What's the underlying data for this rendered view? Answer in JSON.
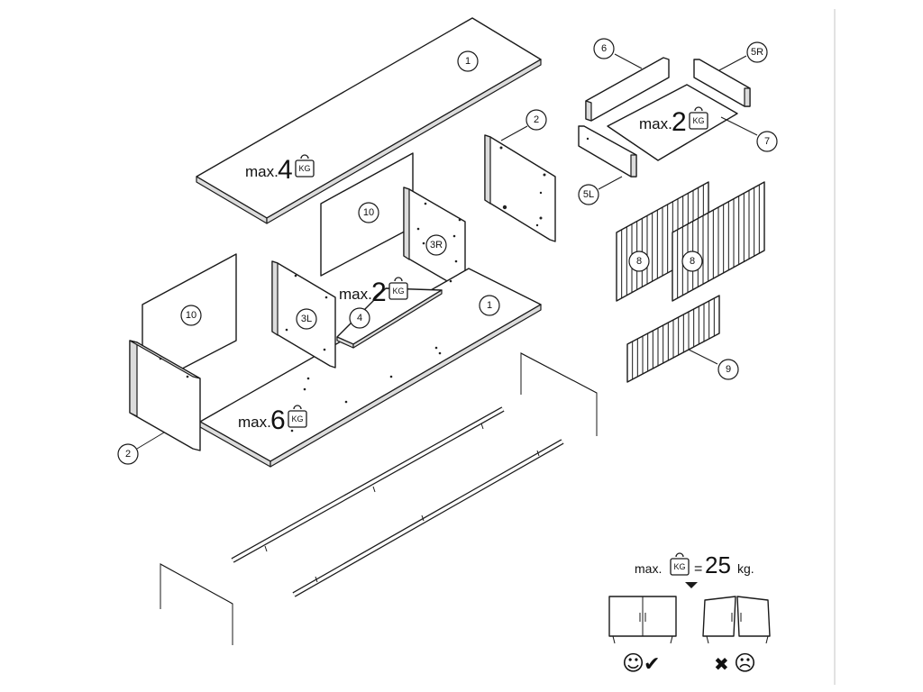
{
  "callouts": [
    {
      "id": "1-top",
      "label": "1"
    },
    {
      "id": "2-right",
      "label": "2"
    },
    {
      "id": "10-back",
      "label": "10"
    },
    {
      "id": "3R",
      "label": "3R"
    },
    {
      "id": "10-left",
      "label": "10"
    },
    {
      "id": "3L",
      "label": "3L"
    },
    {
      "id": "4",
      "label": "4"
    },
    {
      "id": "1-bottom",
      "label": "1"
    },
    {
      "id": "2-left",
      "label": "2"
    },
    {
      "id": "6",
      "label": "6"
    },
    {
      "id": "5R",
      "label": "5R"
    },
    {
      "id": "7",
      "label": "7"
    },
    {
      "id": "5L",
      "label": "5L"
    },
    {
      "id": "8-a",
      "label": "8"
    },
    {
      "id": "8-b",
      "label": "8"
    },
    {
      "id": "9",
      "label": "9"
    }
  ],
  "loads": {
    "top": {
      "word": "max.",
      "value": "4",
      "unit": "KG"
    },
    "shelf": {
      "word": "max.",
      "value": "2",
      "unit": "KG"
    },
    "bottom": {
      "word": "max.",
      "value": "6",
      "unit": "KG"
    },
    "drawer": {
      "word": "max.",
      "value": "2",
      "unit": "KG"
    }
  },
  "total_load": {
    "word": "max.",
    "unit_icon": "KG",
    "equals": "=",
    "value": "25",
    "unit": "kg."
  },
  "status": {
    "correct": {
      "face": "☺",
      "mark": "✔",
      "face_icon": "smiley-face-icon",
      "mark_icon": "check-mark-icon"
    },
    "wrong": {
      "mark": "✖",
      "face": "☹",
      "mark_icon": "cross-mark-icon",
      "face_icon": "sad-face-icon"
    }
  },
  "icons": [
    "weight-kg-icon",
    "smiley-face-icon",
    "check-mark-icon",
    "cross-mark-icon",
    "sad-face-icon",
    "pointer-triangle-icon"
  ],
  "colors": {
    "line": "#1a1a1a",
    "background": "#ffffff",
    "edge_fill": "#dcdcdc"
  }
}
